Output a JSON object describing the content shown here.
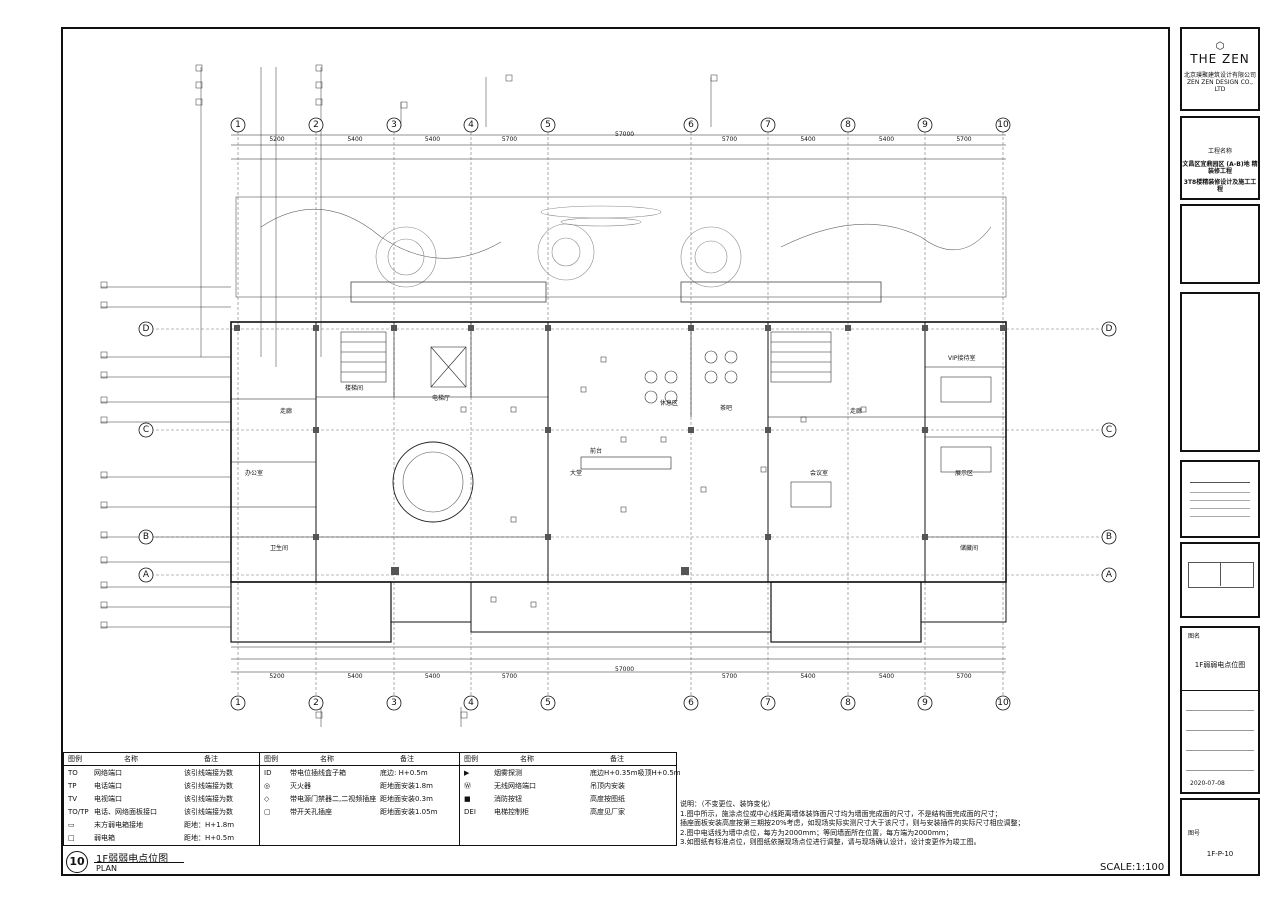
{
  "titleblock": {
    "brand": "THE ZEN",
    "brand_sub": "北京璞聚建筑设计有限公司",
    "brand_en": "ZEN ZEN DESIGN CO., LTD",
    "project_label": "工程名称",
    "project_name": "文昌区宜鼎园区 (A-B)地 精装修工程",
    "project_line2": "3T8楼精装修设计及施工工程",
    "drawing_name_label": "图名",
    "drawing_name": "1F弱弱电点位图",
    "date_value": "2020-07-08",
    "sheet_label": "图号",
    "sheet_no": "1F-P-10"
  },
  "axes": {
    "top_numbers": [
      "1",
      "2",
      "3",
      "4",
      "5",
      "6",
      "7",
      "8",
      "9",
      "10"
    ],
    "bottom_numbers": [
      "1",
      "2",
      "3",
      "4",
      "5",
      "6",
      "7",
      "8",
      "9",
      "10"
    ],
    "left_letters": [
      "D",
      "C",
      "B",
      "A"
    ],
    "right_letters": [
      "D",
      "C",
      "B",
      "A"
    ],
    "total_dim": "57000",
    "top_dims": [
      "5200",
      "5400",
      "5400",
      "5700",
      "5700",
      "5400",
      "5400",
      "5700"
    ],
    "bottom_dims": [
      "5200",
      "5400",
      "5400",
      "5700",
      "5700",
      "5400",
      "5400",
      "5700"
    ]
  },
  "plan_labels": [
    "走廊",
    "楼梯间",
    "电梯厅",
    "大堂",
    "前台",
    "休息区",
    "茶吧",
    "办公室",
    "会议室",
    "卫生间",
    "VIP接待室",
    "展示区",
    "储藏间",
    "走廊"
  ],
  "legend": {
    "headers": [
      "图例",
      "名称",
      "备注"
    ],
    "col1": [
      {
        "sym": "TO",
        "name": "网络端口",
        "note": "该引线端接为数"
      },
      {
        "sym": "TP",
        "name": "电话端口",
        "note": "该引线端接为数"
      },
      {
        "sym": "TV",
        "name": "电视端口",
        "note": "该引线端接为数"
      },
      {
        "sym": "TO/TP",
        "name": "电话、网络面板接口",
        "note": "该引线端接为数"
      },
      {
        "sym": "▭",
        "name": "末方弱电箱接地",
        "note": "距地：H+1.8m"
      },
      {
        "sym": "□",
        "name": "弱电箱",
        "note": "距地：H+0.5m"
      }
    ],
    "col2": [
      {
        "sym": "ID",
        "name": "带电位插线盒子箱",
        "note": "底边: H+0.5m"
      },
      {
        "sym": "◎",
        "name": "灭火器",
        "note": "距地面安装1.8m"
      },
      {
        "sym": "◇",
        "name": "带电源门禁器二,二视频插座",
        "note": "距地面安装0.3m"
      },
      {
        "sym": "▢",
        "name": "带开关孔插座",
        "note": "距地面安装1.05m"
      }
    ],
    "col3": [
      {
        "sym": "▶",
        "name": "烟雾探测",
        "note": "底边H+0.35m吸顶H+0.5m"
      },
      {
        "sym": "Ⓦ",
        "name": "无线网络端口",
        "note": "吊顶内安装"
      },
      {
        "sym": "■",
        "name": "消防按钮",
        "note": "高度按图纸"
      },
      {
        "sym": "DEI",
        "name": "电梯控制柜",
        "note": "高度见厂家"
      }
    ]
  },
  "notes": {
    "title": "说明：（不变更位、装饰变化）",
    "items": [
      "1.图中所示，施涂点位或中心线距离墙体装饰面尺寸均为墙面完成面的尺寸，不是结构面完成面的尺寸；",
      "  插座面板安装高度按第三期按20%考虑，如现场实际实测尺寸大于该尺寸，则与安装插件的实际尺寸相应调整；",
      "2.图中电话线为墙中点位，每方为2000mm；等同墙面所在位置，每方端为2000mm；",
      "3.如图纸有标准点位，则图纸依据现场点位进行调整，请与现场确认设计，设计变更作为竣工图。"
    ]
  },
  "bottom": {
    "circle_no": "10",
    "title": "1F弱弱电点位图",
    "plan_word": "PLAN",
    "scale": "SCALE:1:100"
  }
}
